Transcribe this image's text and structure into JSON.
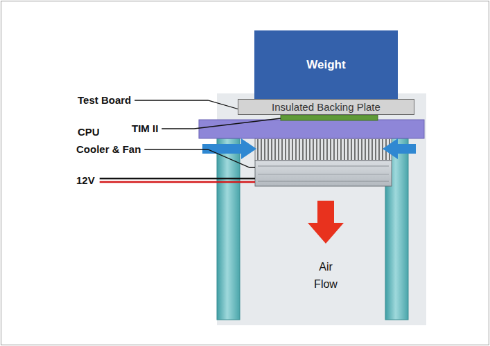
{
  "diagram": {
    "nodes": [
      {
        "text": [
          "Weight"
        ]
      },
      {
        "text": [
          "Insulated Backing Plate"
        ]
      }
    ],
    "labels": [
      "Test Board",
      "CPU",
      "TIM II",
      "Cooler & Fan",
      "12V",
      "Air Flow"
    ]
  }
}
